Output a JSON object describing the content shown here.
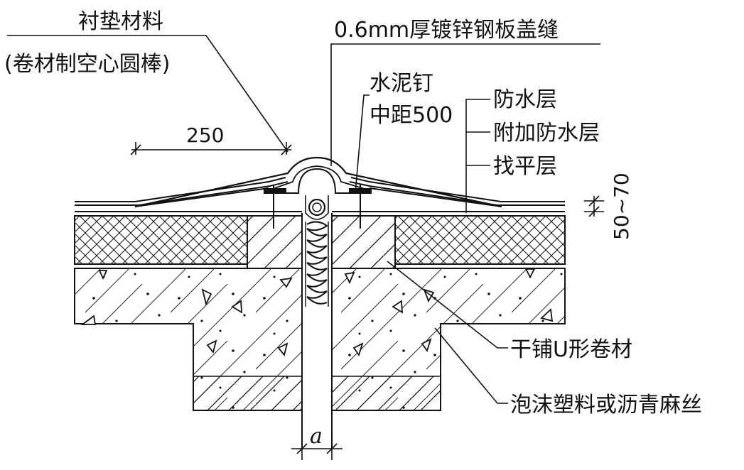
{
  "labels": {
    "liner_material": "衬垫材料",
    "liner_material_note": "(卷材制空心圆棒)",
    "cover_plate": "0.6mm厚镀锌钢板盖缝",
    "cement_nail": "水泥钉",
    "nail_spacing": "中距500",
    "waterproof_layer": "防水层",
    "additional_waterproof_layer": "附加防水层",
    "leveling_layer": "找平层",
    "u_shaped_membrane": "干铺U形卷材",
    "filler": "泡沫塑料或沥青麻丝"
  },
  "dimensions": {
    "overlap_width": "250",
    "layer_thickness": "50~70",
    "gap_width": "a"
  }
}
